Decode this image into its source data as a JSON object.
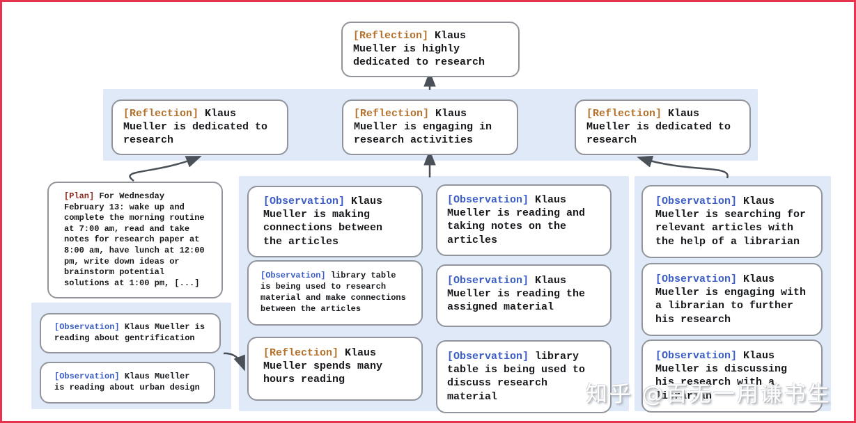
{
  "diagram": {
    "root": {
      "tag": "[Reflection]",
      "text": "Klaus Mueller is highly dedicated to research"
    },
    "level2": [
      {
        "tag": "[Reflection]",
        "text": "Klaus Mueller is dedicated to research"
      },
      {
        "tag": "[Reflection]",
        "text": "Klaus Mueller is engaging in research activities"
      },
      {
        "tag": "[Reflection]",
        "text": "Klaus Mueller is dedicated to research"
      }
    ],
    "plan": {
      "tag": "[Plan]",
      "text": "For Wednesday February 13: wake up and complete the morning routine at 7:00 am, read and take notes for research paper at 8:00 am, have lunch at 12:00 pm, write down ideas or brainstorm potential solutions at 1:00 pm, [...]"
    },
    "left_cluster": [
      {
        "tag": "[Observation]",
        "text": "Klaus Mueller is reading about gentrification"
      },
      {
        "tag": "[Observation]",
        "text": "Klaus Mueller is reading about urban design"
      }
    ],
    "center_cluster_col1": [
      {
        "tag": "[Observation]",
        "text": "Klaus Mueller is making connections between the articles"
      },
      {
        "tag": "[Observation]",
        "text": "library table is being used to research material and make connections between the articles"
      },
      {
        "tag": "[Reflection]",
        "text": "Klaus Mueller spends many hours reading"
      }
    ],
    "center_cluster_col2": [
      {
        "tag": "[Observation]",
        "text": "Klaus Mueller is reading and taking notes on the articles"
      },
      {
        "tag": "[Observation]",
        "text": "Klaus Mueller is reading the assigned material"
      },
      {
        "tag": "[Observation]",
        "text": "library table is being used to discuss research material"
      }
    ],
    "right_cluster": [
      {
        "tag": "[Observation]",
        "text": "Klaus Mueller is searching for relevant articles with the help of a librarian"
      },
      {
        "tag": "[Observation]",
        "text": "Klaus Mueller is engaging with a librarian to further his research"
      },
      {
        "tag": "[Observation]",
        "text": "Klaus Mueller is discussing his research with a librarian"
      }
    ]
  },
  "watermark": "知乎 @百无一用谦书生",
  "colors": {
    "frame": "#e4344e",
    "panel": "#dfe9f8",
    "node_border": "#91959b",
    "reflection_tag": "#b5722d",
    "observation_tag": "#3a5dc7",
    "plan_tag": "#8e2b21",
    "arrow": "#4a5158",
    "text": "#17191c"
  }
}
